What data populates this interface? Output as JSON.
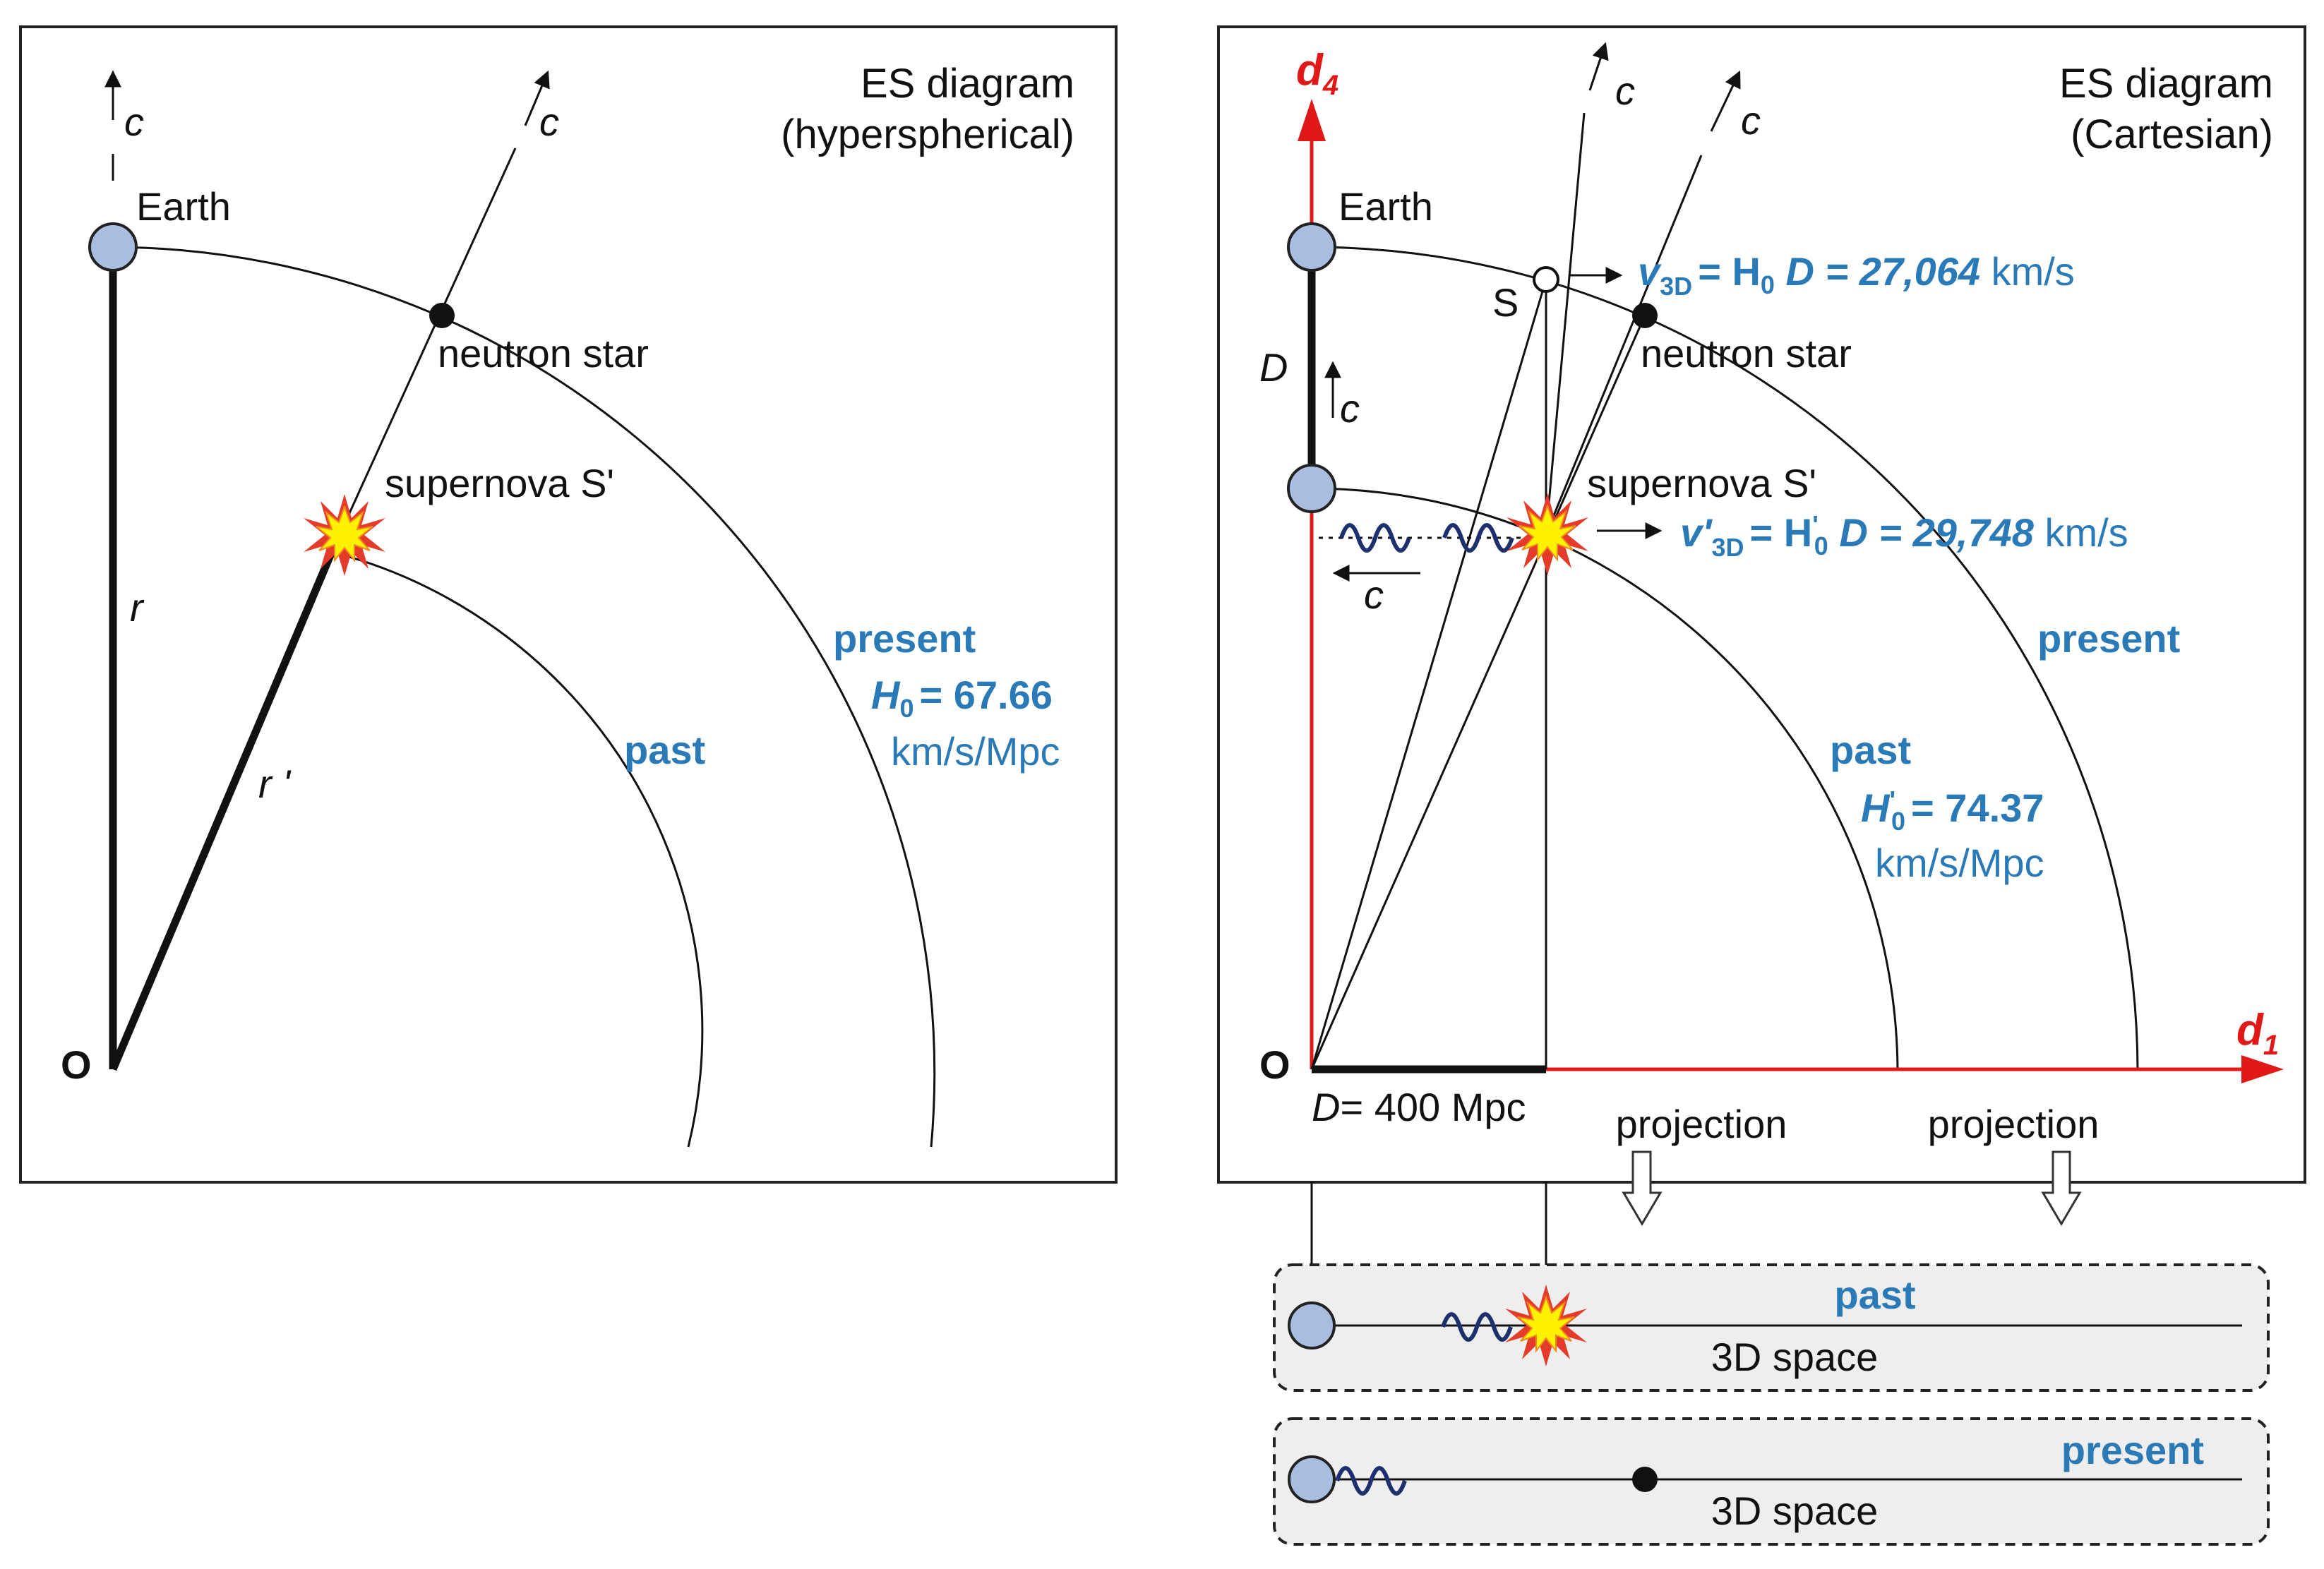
{
  "left_panel": {
    "title_line1": "ES diagram",
    "title_line2": "(hyperspherical)",
    "earth": "Earth",
    "neutron_star": "neutron star",
    "supernova": "supernova S'",
    "c1": "c",
    "c2": "c",
    "r": "r",
    "r_prime": "r '",
    "origin": "O",
    "past": "past",
    "present": "present",
    "h0_sym": "H",
    "h0_sub": "0",
    "h0_value": "= 67.66",
    "h0_units": "km/s/Mpc"
  },
  "right_panel": {
    "title_line1": "ES diagram",
    "title_line2": "(Cartesian)",
    "d4_sym": "d",
    "d4_sub": "4",
    "d1_sym": "d",
    "d1_sub": "1",
    "earth": "Earth",
    "s_label": "S",
    "neutron_star": "neutron star",
    "supernova": "supernova S'",
    "c_ray1": "c",
    "c_ray2": "c",
    "c_up": "c",
    "c_left": "c",
    "d_label": "D",
    "origin": "O",
    "d_axis_sym": "D",
    "d_axis_value": "= 400 Mpc",
    "v3d_sym": "v",
    "v3d_sub": "3D",
    "v3d_eq": "= H",
    "v3d_h_sub": "0",
    "v3d_d": " D = 27,064",
    "v3d_units": " km/s",
    "vp_sym": "v'",
    "vp_sub": "3D",
    "vp_eq": "= H",
    "vp_h_sup": "'",
    "vp_h_sub": "0",
    "vp_d": " D = 29,748",
    "vp_units": " km/s",
    "present": "present",
    "past": "past",
    "h0p_sym": "H",
    "h0p_sup": "'",
    "h0p_sub": "0",
    "h0p_value": "= 74.37",
    "h0p_units": "km/s/Mpc",
    "projection1": "projection",
    "projection2": "projection"
  },
  "past_strip": {
    "title": "past",
    "caption": "3D space"
  },
  "present_strip": {
    "title": "present",
    "caption": "3D space"
  },
  "colors": {
    "accent_blue": "#2a7ab8",
    "axis_red": "#e01818",
    "planet_fill": "#a9bde0",
    "strip_fill": "#eeeeee",
    "wave_navy": "#1e2f6e",
    "burst_yellow": "#fff200",
    "burst_red": "#e53b2a"
  }
}
